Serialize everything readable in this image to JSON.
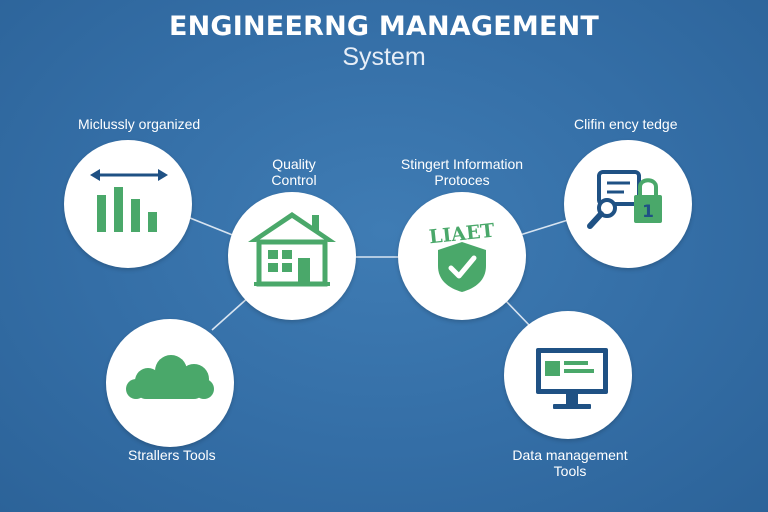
{
  "diagram": {
    "title": "ENGINEERNG MANAGEMENT",
    "subtitle": "System",
    "colors": {
      "background": "#346ea6",
      "accent_green": "#4aa86a",
      "accent_navy": "#1f5184",
      "node_fill": "#ffffff"
    },
    "nodes": [
      {
        "id": "chart",
        "label": "Miclussly organized",
        "icon": "bar-chart-icon"
      },
      {
        "id": "quality",
        "label_line1": "Quality",
        "label_line2": "Control",
        "icon": "house-icon"
      },
      {
        "id": "security",
        "label_line1": "Stingert Information",
        "label_line2": "Protoces",
        "icon": "shield-check-icon",
        "icon_text": "LIAET"
      },
      {
        "id": "lock",
        "label": "Clifin ency tedge",
        "icon": "document-lock-search-icon",
        "icon_text": "1"
      },
      {
        "id": "cloud",
        "label": "Strallers Tools",
        "icon": "cloud-icon"
      },
      {
        "id": "data",
        "label_line1": "Data management",
        "label_line2": "Tools",
        "icon": "monitor-icon"
      }
    ]
  }
}
